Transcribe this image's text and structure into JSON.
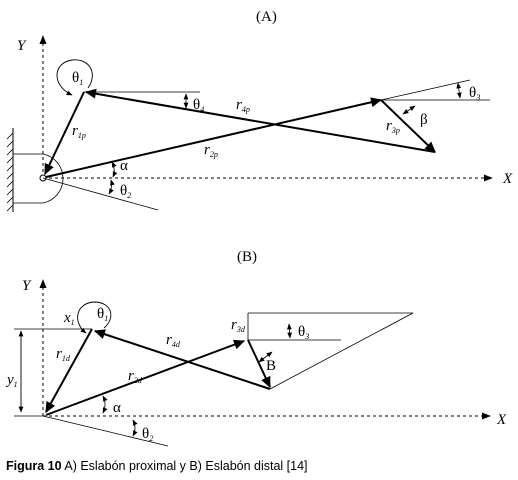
{
  "panel_a": {
    "title": "(A)",
    "axis_y": "Y",
    "axis_x": "X",
    "theta1": "θ",
    "theta1_sub": "1",
    "theta2": "θ",
    "theta2_sub": "2",
    "theta3": "θ",
    "theta3_sub": "3",
    "theta4": "θ",
    "theta4_sub": "4",
    "alpha": "α",
    "beta": "β",
    "r1": "r",
    "r1_sub": "1p",
    "r2": "r",
    "r2_sub": "2p",
    "r3": "r",
    "r3_sub": "3p",
    "r4": "r",
    "r4_sub": "4p"
  },
  "panel_b": {
    "title": "(B)",
    "axis_y": "Y",
    "axis_x": "X",
    "x1": "x",
    "x1_sub": "1",
    "y1": "y",
    "y1_sub": "1",
    "theta1": "θ",
    "theta1_sub": "1",
    "theta2": "θ",
    "theta2_sub": "2",
    "theta3": "θ",
    "theta3_sub": "3",
    "alpha": "α",
    "b_label": "B",
    "r1": "r",
    "r1_sub": "1d",
    "r2": "r",
    "r2_sub": "2d",
    "r3": "r",
    "r3_sub": "3d",
    "r4": "r",
    "r4_sub": "4d"
  },
  "caption": {
    "label": "Figura 10",
    "text": " A) Eslabón proximal y B) Eslabón distal [14]"
  }
}
